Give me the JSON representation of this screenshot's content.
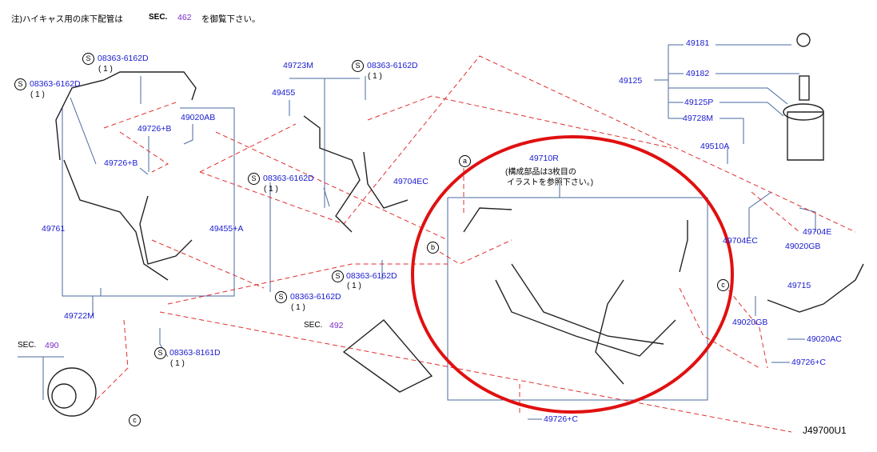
{
  "note": {
    "text": "注)ハイキャス用の床下配管は",
    "sec": "SEC.",
    "sec_num": "462",
    "after": "を御覧下さい。"
  },
  "labels": {
    "s1": "08363-6162D",
    "s1q": "( 1 )",
    "s2": "08363-6162D",
    "s2q": "( 1 )",
    "p49726b_1": "49726+B",
    "p49020ab": "49020AB",
    "p49726b_2": "49726+B",
    "p49761": "49761",
    "p49455a": "49455+A",
    "p49722m": "49722M",
    "s3": "08363-6162D",
    "s3q": "( 1 )",
    "s4": "08363-6162D",
    "s4q": "( 1 )",
    "s5": "08363-8161D",
    "s5q": "( 1 )",
    "sec490": "SEC.",
    "sec490_num": "490",
    "p49723m": "49723M",
    "p49455": "49455",
    "s6": "08363-6162D",
    "s6q": "( 1 )",
    "p49704ec_1": "49704EC",
    "s7": "08363-6162D",
    "s7q": "( 1 )",
    "sec492": "SEC.",
    "sec492_num": "492",
    "p49710r": "49710R",
    "p49710r_note1": "(構成部品は3枚目の",
    "p49710r_note2": "イラストを参照下さい。)",
    "p49181": "49181",
    "p49182": "49182",
    "p49125": "49125",
    "p49125p": "49125P",
    "p49728m": "49728M",
    "p49510a": "49510A",
    "p49704ec_2": "49704EC",
    "p49704e": "49704E",
    "p49020gb_1": "49020GB",
    "p49715": "49715",
    "p49020gb_2": "49020GB",
    "p49020ac": "49020AC",
    "p49726c_1": "49726+C",
    "p49726c_2": "49726+C",
    "diagram_id": "J49700U1",
    "s_mark": "S",
    "ref_a": "a",
    "ref_b": "b",
    "ref_c": "c"
  },
  "colors": {
    "part_link": "#1a1ad0",
    "section": "#7a2cc8",
    "highlight": "#e01010",
    "dashed": "#e03030",
    "leader": "#4a6aa0"
  }
}
